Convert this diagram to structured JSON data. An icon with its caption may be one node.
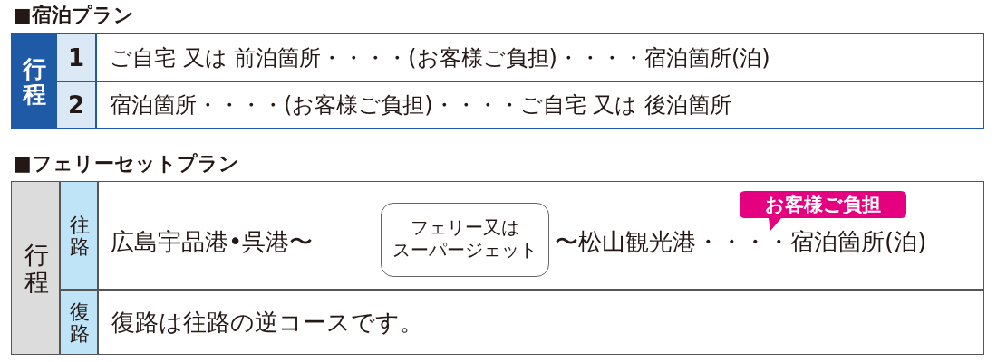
{
  "diagram": {
    "nodes": [
      {
        "text": [
          "フェリー又は",
          "スーパージェット"
        ]
      },
      {
        "text": [
          "お客様ご負担"
        ]
      }
    ],
    "labels": [
      "■宿泊プラン",
      "行程",
      "1",
      "ご自宅 又は 前泊箇所・・・・(お客様ご負担)・・・・宿泊箇所(泊)",
      "2",
      "宿泊箇所・・・・(お客様ご負担)・・・・ご自宅 又は 後泊箇所",
      "■フェリーセットプラン",
      "行程",
      "往路",
      "広島宇品港•呉港〜",
      "〜松山観光港・・・・宿泊箇所(泊)",
      "復路",
      "復路は往路の逆コースです。"
    ]
  }
}
